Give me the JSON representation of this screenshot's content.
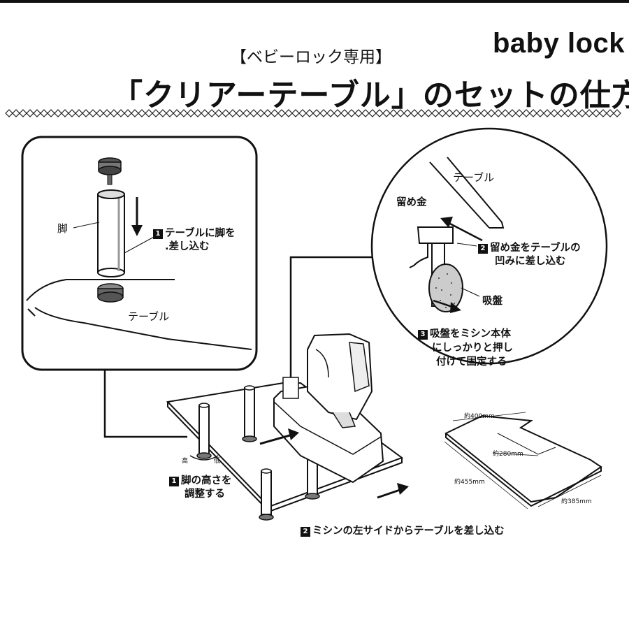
{
  "header": {
    "subtitle": "【ベビーロック専用】",
    "brand": "baby lock",
    "title": "「クリアーテーブル」のセットの仕方"
  },
  "inset_left": {
    "leg_label": "脚",
    "step1_num": "1",
    "step1_line1": "テーブルに脚を",
    "step1_line2": ".差し込む",
    "table_label": "テーブル"
  },
  "inset_circle": {
    "table_label": "テーブル",
    "clip_label": "留め金",
    "step2_num": "2",
    "step2_line1": "留め金をテーブルの",
    "step2_line2": "凹みに差し込む",
    "suction_label": "吸盤",
    "step3_num": "3",
    "step3_line1": "吸盤をミシン本体",
    "step3_line2": "にしっかりと押し",
    "step3_line3": "付けて固定する"
  },
  "main_figure": {
    "adjust_low": "高",
    "adjust_high": "低",
    "step_adjust_num": "1",
    "step_adjust_line1": "脚の高さを",
    "step_adjust_line2": "調整する",
    "step_insert_num": "2",
    "step_insert_text": "ミシンの左サイドからテーブルを差し込む"
  },
  "dimensions": {
    "d1": "約400mm",
    "d2": "約280mm",
    "d3": "約455mm",
    "d4": "約385mm"
  }
}
